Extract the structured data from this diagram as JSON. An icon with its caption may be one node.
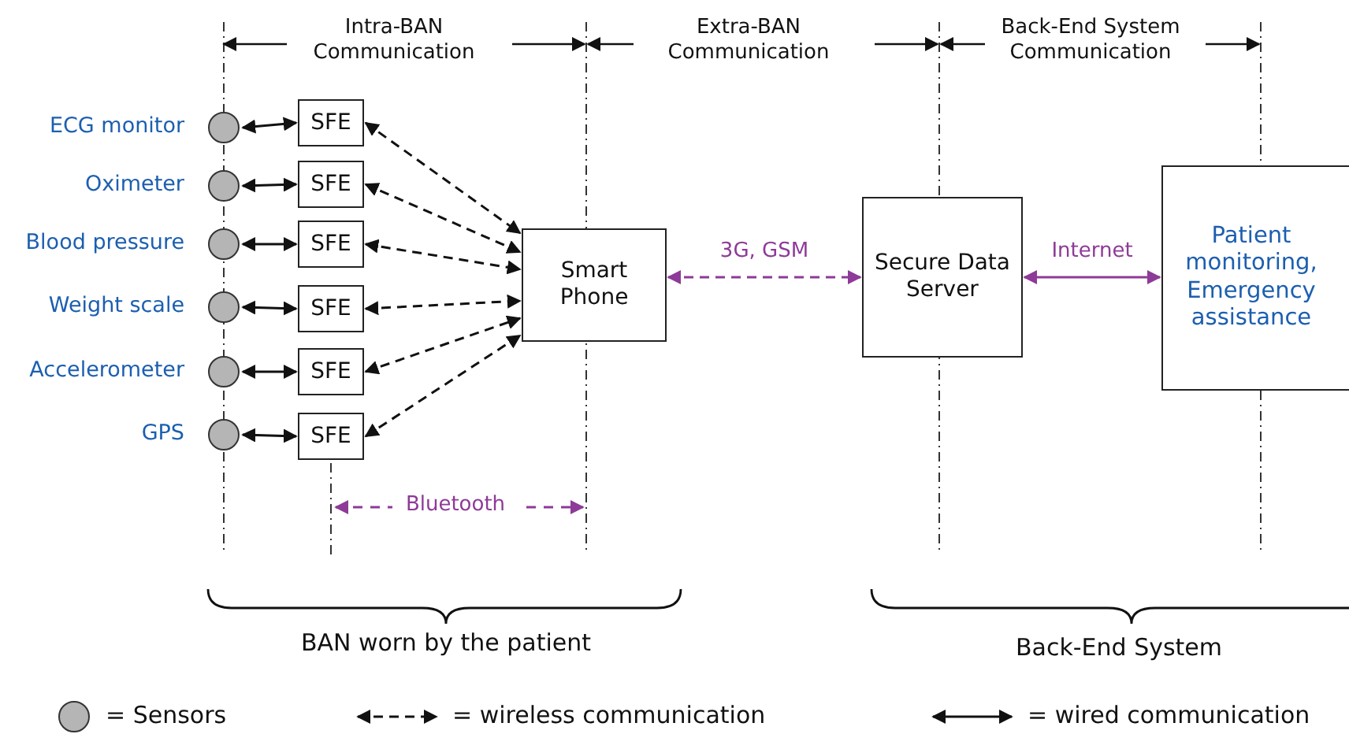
{
  "diagram": {
    "nodes": [
      {
        "text": [],
        "shape": "circle",
        "beside": [
          "ECG monitor"
        ]
      },
      {
        "text": [],
        "shape": "circle",
        "beside": [
          "Oximeter"
        ]
      },
      {
        "text": [],
        "shape": "circle",
        "beside": [
          "Blood pressure"
        ]
      },
      {
        "text": [],
        "shape": "circle",
        "beside": [
          "Weight scale"
        ]
      },
      {
        "text": [],
        "shape": "circle",
        "beside": [
          "Accelerometer"
        ]
      },
      {
        "text": [],
        "shape": "circle",
        "beside": [
          "GPS"
        ]
      },
      {
        "text": [
          "SFE"
        ]
      },
      {
        "text": [
          "SFE"
        ]
      },
      {
        "text": [
          "SFE"
        ]
      },
      {
        "text": [
          "SFE"
        ]
      },
      {
        "text": [
          "SFE"
        ]
      },
      {
        "text": [
          "SFE"
        ]
      },
      {
        "text": [
          "Smart Phone"
        ]
      },
      {
        "text": [
          "Secure Data Server"
        ]
      },
      {
        "text": [
          "Patient monitoring, Emergency assistance"
        ]
      }
    ],
    "edges": [
      {
        "from": 0,
        "to": 6,
        "arrow": "both"
      },
      {
        "from": 1,
        "to": 7,
        "arrow": "both"
      },
      {
        "from": 2,
        "to": 8,
        "arrow": "both"
      },
      {
        "from": 3,
        "to": 9,
        "arrow": "both"
      },
      {
        "from": 4,
        "to": 10,
        "arrow": "both"
      },
      {
        "from": 5,
        "to": 11,
        "arrow": "both"
      },
      {
        "from": 6,
        "to": 12,
        "arrow": "both",
        "style": "dashed"
      },
      {
        "from": 7,
        "to": 12,
        "arrow": "both",
        "style": "dashed"
      },
      {
        "from": 8,
        "to": 12,
        "arrow": "both",
        "style": "dashed"
      },
      {
        "from": 9,
        "to": 12,
        "arrow": "both",
        "style": "dashed"
      },
      {
        "from": 10,
        "to": 12,
        "arrow": "both",
        "style": "dashed"
      },
      {
        "from": 11,
        "to": 12,
        "arrow": "both",
        "style": "dashed"
      },
      {
        "from": 12,
        "to": 13,
        "arrow": "both",
        "label": "3G, GSM",
        "style": "dashed",
        "color": "#8e3a98"
      },
      {
        "from": 13,
        "to": 14,
        "arrow": "both",
        "label": "Internet",
        "color": "#8e3a98"
      }
    ],
    "labels": [
      "Intra-BAN Communication",
      "Extra-BAN Communication",
      "Back-End System Communication",
      "Bluetooth",
      "BAN worn by the patient",
      "Back-End System"
    ],
    "legend": [
      {
        "text": "= Sensors"
      },
      {
        "text": "= wireless communication"
      },
      {
        "text": "= wired communication"
      }
    ]
  }
}
